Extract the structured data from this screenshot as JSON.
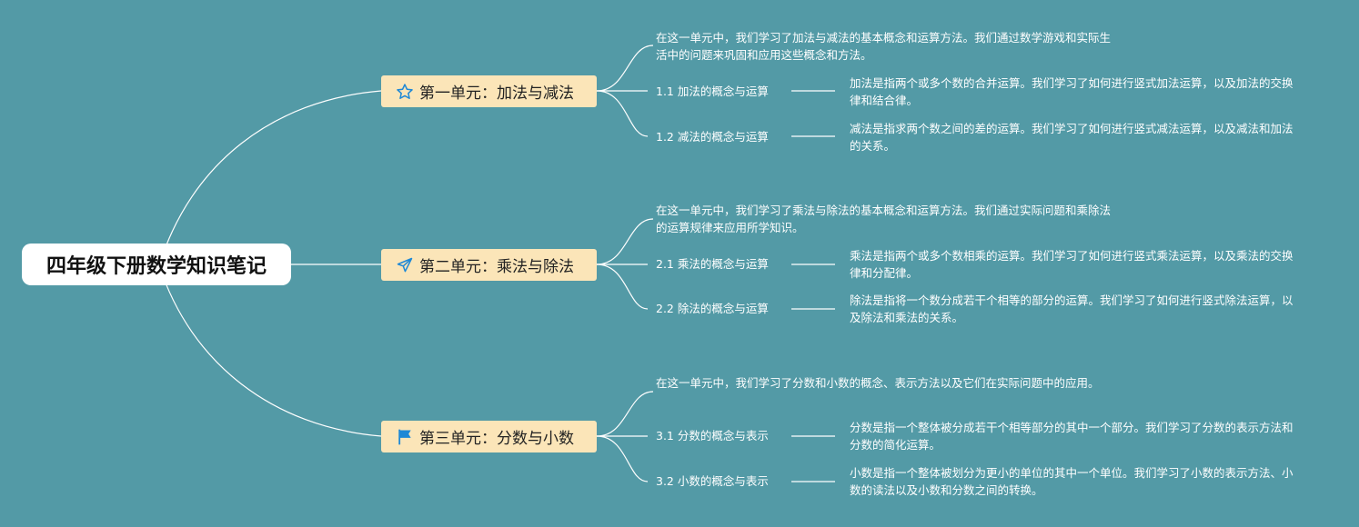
{
  "root": {
    "title": "四年级下册数学知识笔记"
  },
  "units": [
    {
      "icon": "star-icon",
      "title": "第一单元：加法与减法",
      "summary": "在这一单元中，我们学习了加法与减法的基本概念和运算方法。我们通过数学游戏和实际生活中的问题来巩固和应用这些概念和方法。",
      "topics": [
        {
          "label": "1.1 加法的概念与运算",
          "detail": "加法是指两个或多个数的合并运算。我们学习了如何进行竖式加法运算，以及加法的交换律和结合律。"
        },
        {
          "label": "1.2 减法的概念与运算",
          "detail": "减法是指求两个数之间的差的运算。我们学习了如何进行竖式减法运算，以及减法和加法的关系。"
        }
      ]
    },
    {
      "icon": "paper-plane-icon",
      "title": "第二单元：乘法与除法",
      "summary": "在这一单元中，我们学习了乘法与除法的基本概念和运算方法。我们通过实际问题和乘除法的运算规律来应用所学知识。",
      "topics": [
        {
          "label": "2.1 乘法的概念与运算",
          "detail": "乘法是指两个或多个数相乘的运算。我们学习了如何进行竖式乘法运算，以及乘法的交换律和分配律。"
        },
        {
          "label": "2.2 除法的概念与运算",
          "detail": "除法是指将一个数分成若干个相等的部分的运算。我们学习了如何进行竖式除法运算，以及除法和乘法的关系。"
        }
      ]
    },
    {
      "icon": "flag-icon",
      "title": "第三单元：分数与小数",
      "summary": "在这一单元中，我们学习了分数和小数的概念、表示方法以及它们在实际问题中的应用。",
      "topics": [
        {
          "label": "3.1 分数的概念与表示",
          "detail": "分数是指一个整体被分成若干个相等部分的其中一个部分。我们学习了分数的表示方法和分数的简化运算。"
        },
        {
          "label": "3.2 小数的概念与表示",
          "detail": "小数是指一个整体被划分为更小的单位的其中一个单位。我们学习了小数的表示方法、小数的读法以及小数和分数之间的转换。"
        }
      ]
    }
  ],
  "colors": {
    "background": "#539aa6",
    "unit_fill": "#fbe5b8",
    "icon_blue": "#1e88d6"
  }
}
